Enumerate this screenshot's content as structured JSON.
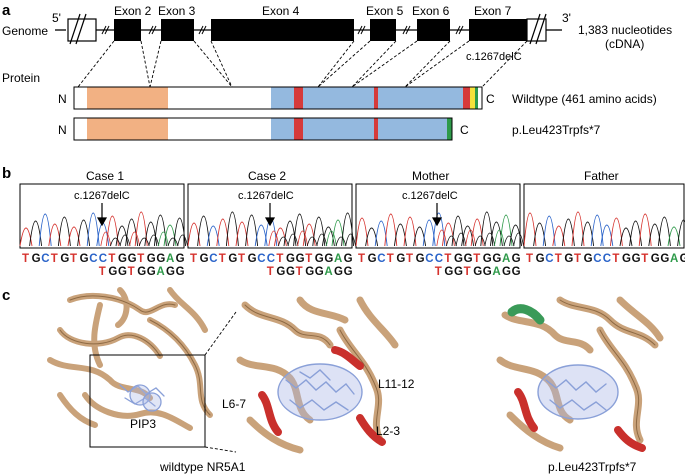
{
  "panel_a": {
    "letter": "a",
    "genome_label": "Genome",
    "five_prime": "5'",
    "three_prime": "3'",
    "exons": [
      "Exon 2",
      "Exon 3",
      "Exon 4",
      "Exon 5",
      "Exon 6",
      "Exon 7"
    ],
    "cdna_line1": "1,383 nucleotides",
    "cdna_line2": "(cDNA)",
    "mutation_marker": "c.1267delC",
    "protein_label": "Protein",
    "n_label": "N",
    "c_label": "C",
    "wildtype_label": "Wildtype (461 amino acids)",
    "mutant_label": "p.Leu423Trpfs*7",
    "colors": {
      "dna_binding": "#f2b183",
      "ligand_binding": "#94b9df",
      "helix_red": "#d63a3a",
      "af2_yellow": "#f5e13a",
      "frameshift_green": "#2e9a4a",
      "exon_black": "#000000"
    }
  },
  "panel_b": {
    "letter": "b",
    "traces": [
      {
        "title": "Case 1",
        "marker": "c.1267delC",
        "seq_top": [
          "T",
          "G",
          "C",
          "T",
          "G",
          "T",
          "G",
          "C",
          "C",
          "T",
          "G",
          "G",
          "T",
          "G",
          "G",
          "A",
          "G"
        ],
        "seq_bottom": [
          "T",
          "G",
          "G",
          "T",
          "G",
          "G",
          "A",
          "G",
          "G"
        ]
      },
      {
        "title": "Case 2",
        "marker": "c.1267delC",
        "seq_top": [
          "T",
          "G",
          "C",
          "T",
          "G",
          "T",
          "G",
          "C",
          "C",
          "T",
          "G",
          "G",
          "T",
          "G",
          "G",
          "A",
          "G"
        ],
        "seq_bottom": [
          "T",
          "G",
          "G",
          "T",
          "G",
          "G",
          "A",
          "G",
          "G"
        ]
      },
      {
        "title": "Mother",
        "marker": "c.1267delC",
        "seq_top": [
          "T",
          "G",
          "C",
          "T",
          "G",
          "T",
          "G",
          "C",
          "C",
          "T",
          "G",
          "G",
          "T",
          "G",
          "G",
          "A",
          "G"
        ],
        "seq_bottom": [
          "T",
          "G",
          "G",
          "T",
          "G",
          "G",
          "A",
          "G",
          "G"
        ]
      },
      {
        "title": "Father",
        "marker": "",
        "seq_top": [
          "T",
          "G",
          "C",
          "T",
          "G",
          "T",
          "G",
          "C",
          "C",
          "T",
          "G",
          "G",
          "T",
          "G",
          "G",
          "A",
          "G"
        ],
        "seq_bottom": []
      }
    ],
    "base_colors": {
      "A": "#2e9a4a",
      "C": "#2a63c9",
      "G": "#111111",
      "T": "#d6332e"
    }
  },
  "panel_c": {
    "letter": "c",
    "ligand_label": "PIP3",
    "zoom_labels": [
      "L6-7",
      "L11-12",
      "L2-3"
    ],
    "wildtype_caption": "wildtype NR5A1",
    "mutant_caption": "p.Leu423Trpfs*7",
    "colors": {
      "ribbon": "#c9a27a",
      "ligand": "#8aa0d8",
      "loop_red": "#c9302c",
      "mutant_green": "#3a9a58"
    }
  }
}
